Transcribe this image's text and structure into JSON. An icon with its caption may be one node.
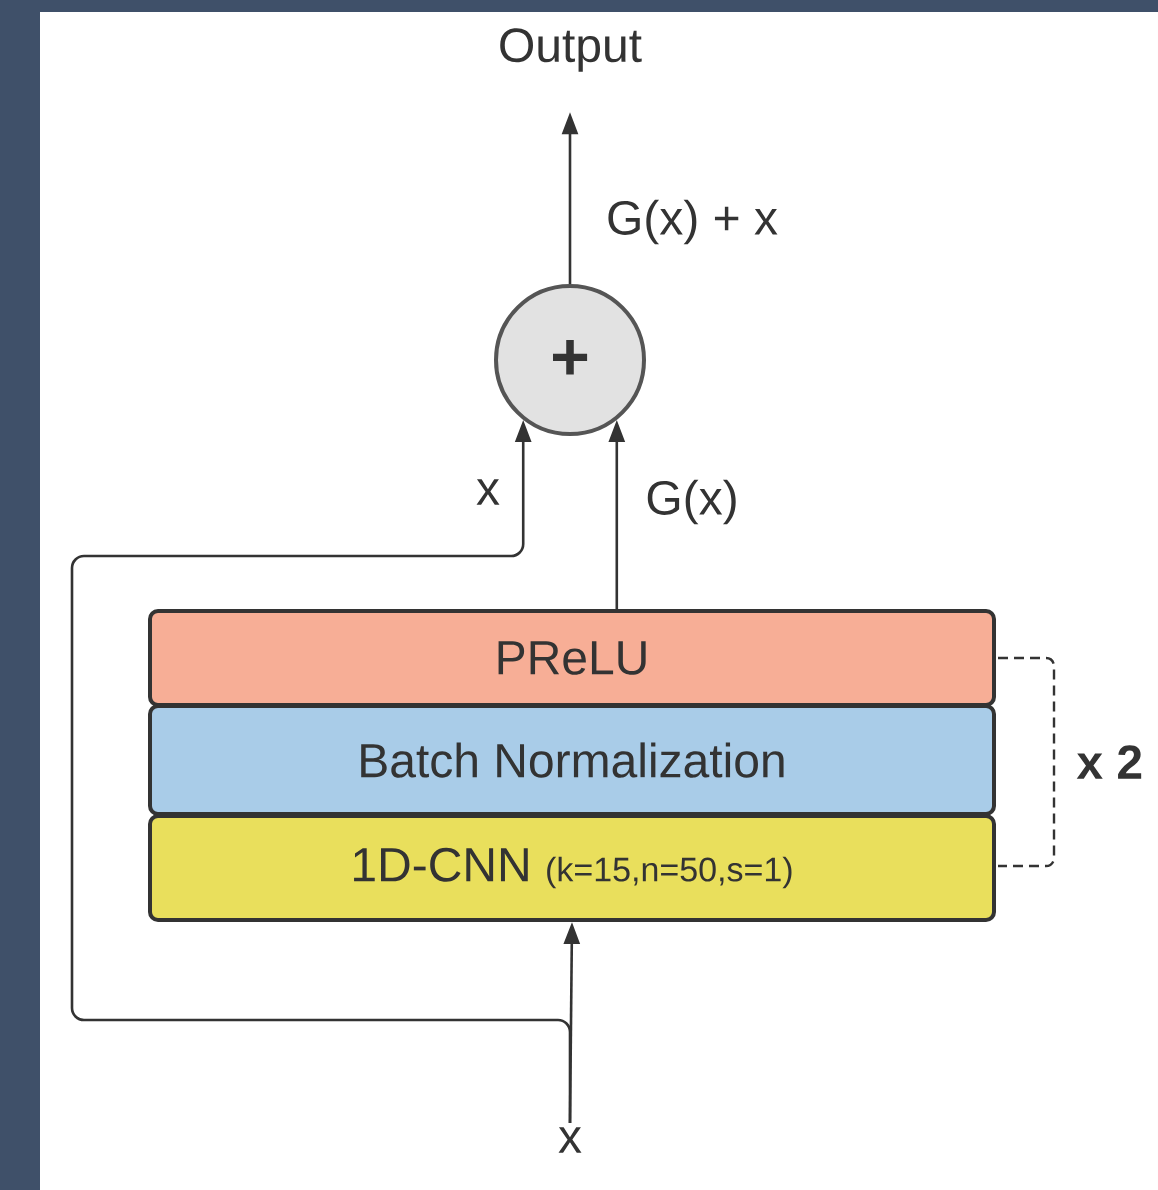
{
  "diagram": {
    "nodes": [
      {
        "text": [
          "Output"
        ]
      },
      {
        "text": [
          "+"
        ]
      },
      {
        "text": [
          "PReLU"
        ]
      },
      {
        "text": [
          "Batch Normalization"
        ]
      },
      {
        "text": [
          "1D-CNN",
          "(k=15,n=50,s=1)"
        ]
      },
      {
        "text": [
          "x"
        ]
      }
    ],
    "edges": [
      {
        "from": 1,
        "to": 0,
        "arrow": "to",
        "label": "G(x) + x"
      },
      {
        "from": 2,
        "to": 1,
        "arrow": "to",
        "label": "G(x)"
      },
      {
        "from": 5,
        "to": 1,
        "arrow": "to",
        "label": "x"
      },
      {
        "from": 5,
        "to": 4,
        "arrow": "to"
      }
    ],
    "labels": [
      "x 2"
    ]
  }
}
